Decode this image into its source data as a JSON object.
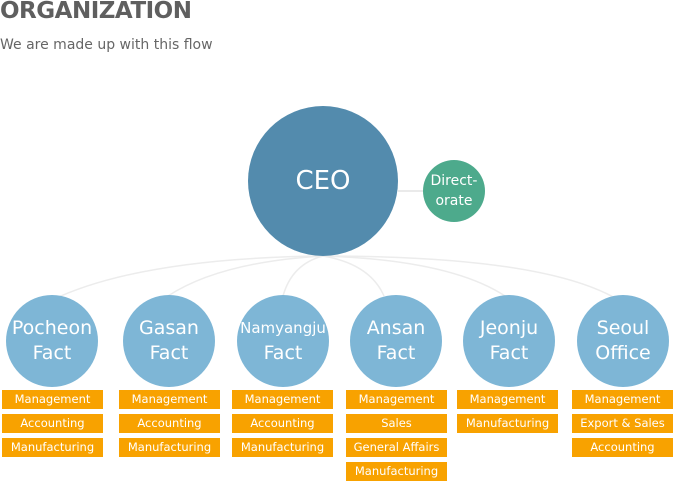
{
  "header": {
    "title": "ORGANIZATION",
    "subtitle": "We are made up with this flow"
  },
  "ceo": {
    "label": "CEO"
  },
  "directorate": {
    "line1": "Direct-",
    "line2": "orate"
  },
  "factories": [
    {
      "line1": "Pocheon",
      "line2": "Fact",
      "departments": [
        "Management",
        "Accounting",
        "Manufacturing"
      ]
    },
    {
      "line1": "Gasan",
      "line2": "Fact",
      "departments": [
        "Management",
        "Accounting",
        "Manufacturing"
      ]
    },
    {
      "line1": "Namyangju",
      "line2": "Fact",
      "departments": [
        "Management",
        "Accounting",
        "Manufacturing"
      ]
    },
    {
      "line1": "Ansan",
      "line2": "Fact",
      "departments": [
        "Management",
        "Sales",
        "General Affairs",
        "Manufacturing"
      ]
    },
    {
      "line1": "Jeonju",
      "line2": "Fact",
      "departments": [
        "Management",
        "Manufacturing"
      ]
    },
    {
      "line1": "Seoul",
      "line2": "Office",
      "departments": [
        "Management",
        "Export & Sales",
        "Accounting"
      ]
    }
  ],
  "colors": {
    "ceo": "#538bad",
    "directorate": "#4daa8c",
    "factory": "#7eb6d6",
    "department": "#f8a200",
    "connector": "#e4e4e4"
  }
}
